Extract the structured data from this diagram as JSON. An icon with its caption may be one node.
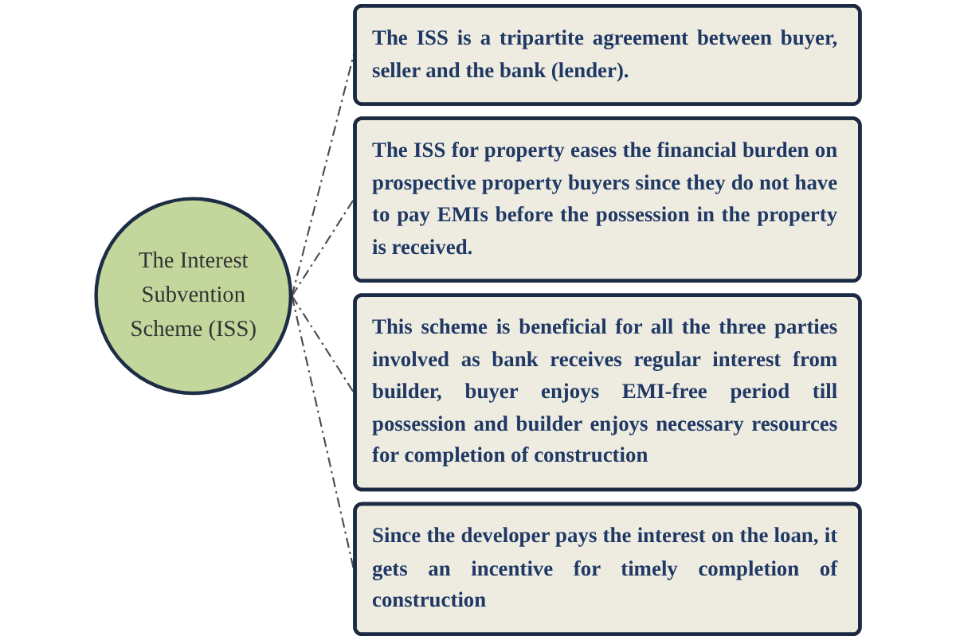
{
  "diagram": {
    "nodes": [
      {
        "text": [
          "The Interest Subvention Scheme (ISS)"
        ]
      },
      {
        "text": [
          "The ISS is a tripartite agreement between buyer, seller and the bank (lender)."
        ]
      },
      {
        "text": [
          "The ISS for property eases the financial burden on prospective property buyers since they do not have to pay EMIs before the possession in the property is received."
        ]
      },
      {
        "text": [
          "This scheme is beneficial for all the three parties involved as bank receives regular interest from builder, buyer enjoys EMI-free period till possession and builder enjoys necessary resources for completion of construction"
        ]
      },
      {
        "text": [
          "Since the developer pays the interest on the loan, it gets an incentive for timely completion of construction"
        ]
      }
    ],
    "edges": [
      {
        "from": 0,
        "to": 1,
        "arrow": "none",
        "style": "dashed"
      },
      {
        "from": 0,
        "to": 2,
        "arrow": "none",
        "style": "dashed"
      },
      {
        "from": 0,
        "to": 3,
        "arrow": "none",
        "style": "dashed"
      },
      {
        "from": 0,
        "to": 4,
        "arrow": "none",
        "style": "dashed"
      }
    ]
  }
}
